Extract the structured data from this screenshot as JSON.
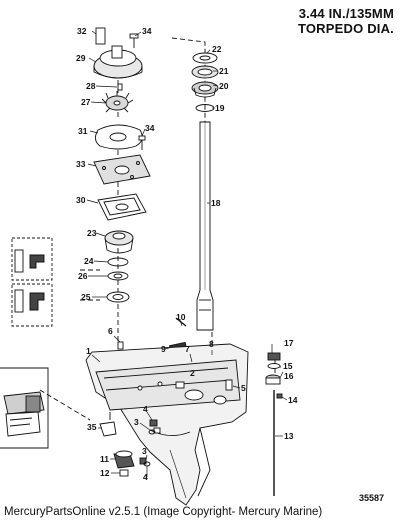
{
  "header": {
    "line1": "3.44 IN./135MM",
    "line2": "TORPEDO DIA."
  },
  "diagram_code": "35587",
  "footer": {
    "text": "MercuryPartsOnline v2.5.1 (Image Copyright- Mercury Marine)"
  },
  "callouts": [
    "1",
    "2",
    "3",
    "4",
    "5",
    "6",
    "7",
    "8",
    "9",
    "10",
    "11",
    "12",
    "13",
    "14",
    "15",
    "16",
    "17",
    "18",
    "19",
    "20",
    "21",
    "22",
    "23",
    "24",
    "25",
    "26",
    "27",
    "28",
    "29",
    "30",
    "31",
    "32",
    "33",
    "34",
    "35"
  ]
}
